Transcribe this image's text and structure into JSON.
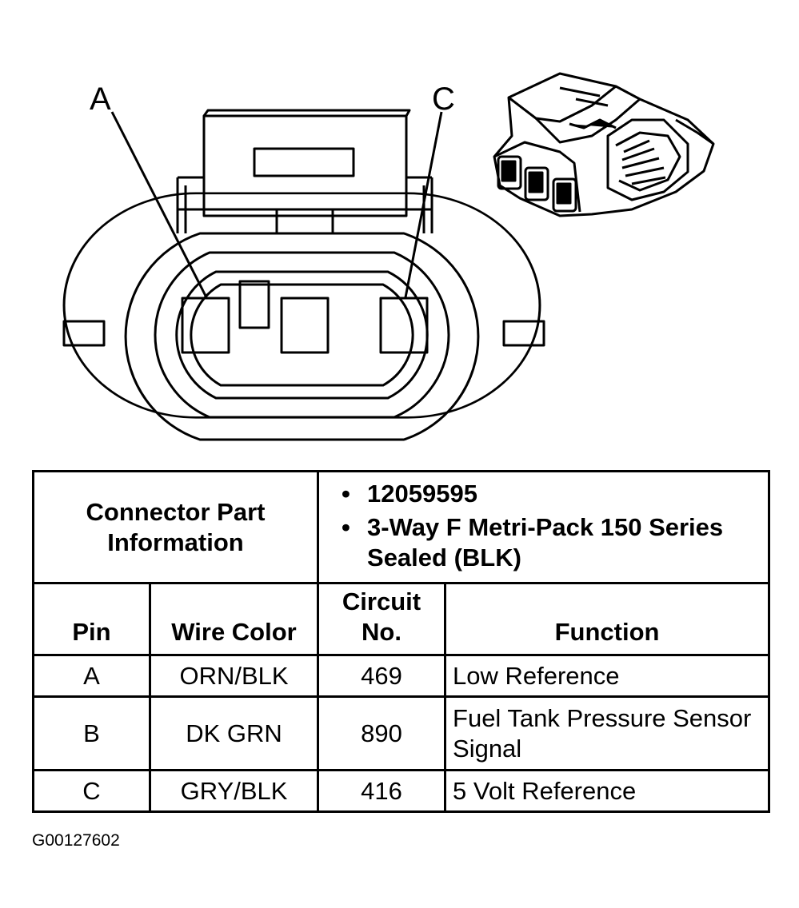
{
  "callouts": {
    "a": "A",
    "c": "C"
  },
  "connector_info": {
    "label": "Connector Part Information",
    "items": [
      "12059595",
      "3-Way F Metri-Pack 150 Series Sealed (BLK)"
    ]
  },
  "table": {
    "headers": {
      "pin": "Pin",
      "wire_color": "Wire Color",
      "circuit_no": "Circuit No.",
      "function": "Function"
    },
    "rows": [
      {
        "pin": "A",
        "wire_color": "ORN/BLK",
        "circuit_no": "469",
        "function": "Low Reference"
      },
      {
        "pin": "B",
        "wire_color": "DK GRN",
        "circuit_no": "890",
        "function": "Fuel Tank Pressure Sensor Signal"
      },
      {
        "pin": "C",
        "wire_color": "GRY/BLK",
        "circuit_no": "416",
        "function": "5 Volt Reference"
      }
    ]
  },
  "figure_id": "G00127602"
}
